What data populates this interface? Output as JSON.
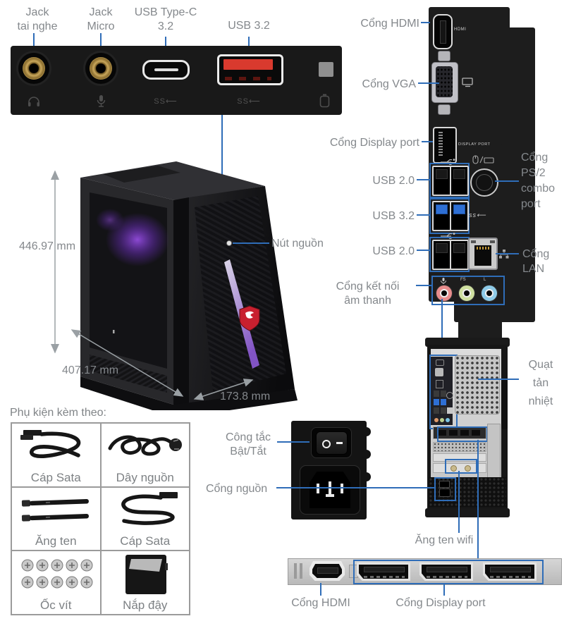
{
  "front_panel": {
    "jack_headphone_label": [
      "Jack",
      "tai nghe"
    ],
    "jack_micro_label": [
      "Jack",
      "Micro"
    ],
    "usb_typec_label": [
      "USB Type-C",
      "3.2"
    ],
    "usb32_label": "USB 3.2",
    "ss_glyph": "SS⟵"
  },
  "rear_io": {
    "hdmi_label": "Cổng HDMI",
    "hdmi_port_text": "HDMI",
    "vga_label": "Cổng VGA",
    "dp_label": "Cổng Display port",
    "dp_port_text": "DISPLAY PORT",
    "usb20_top_label": "USB 2.0",
    "usb32_label": "USB 3.2",
    "usb20_bottom_label": "USB 2.0",
    "audio_label": [
      "Cổng kết nối",
      "âm thanh"
    ],
    "ps2_label": [
      "Cổng",
      "PS/2",
      "combo",
      "port"
    ],
    "lan_label": [
      "Cổng",
      "LAN"
    ],
    "ss_glyph": "ss⟵",
    "audio_marks": [
      "FS",
      "L"
    ]
  },
  "tower": {
    "height": "446.97 mm",
    "width": "407.17 mm",
    "depth": "173.8 mm",
    "power_button_label": "Nút nguồn"
  },
  "power_unit": {
    "switch_label": [
      "Công tắc",
      "Bật/Tắt"
    ],
    "inlet_label": "Cổng nguồn"
  },
  "rear_case": {
    "fan_label": [
      "Quạt",
      "tản",
      "nhiệt"
    ],
    "wifi_label": "Ăng ten wifi"
  },
  "gpu_strip": {
    "hdmi_label": "Cổng HDMI",
    "dp_label": "Cổng Display port"
  },
  "accessories": {
    "title": "Phụ kiện kèm theo:",
    "items": [
      "Cáp Sata",
      "Dây nguồn",
      "Ăng ten",
      "Cáp Sata",
      "Ốc vít",
      "Nắp đậy"
    ]
  },
  "colors": {
    "accent": "#2f6db8",
    "label": "#84888c",
    "usb_red": "#d93a2e",
    "msi_red": "#c8202f",
    "usb_blue": "#2e6fd4",
    "dim": "#9aa0a4"
  }
}
